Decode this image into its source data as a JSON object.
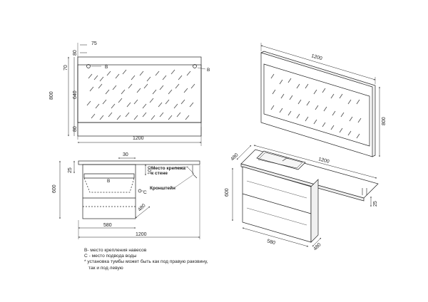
{
  "mirror_front": {
    "dims": {
      "top_offset": "75",
      "top_band": "80",
      "sub": "70",
      "glass_height": "640",
      "total_height": "800",
      "bottom_band": "80",
      "width": "1200"
    },
    "mark_b": "B"
  },
  "mirror_iso": {
    "width": "1200",
    "height": "800"
  },
  "cabinet_front": {
    "dims": {
      "top": "25",
      "height": "600",
      "depth_30": "30",
      "depth_100": "100",
      "depth": "480",
      "cabinet_width": "580",
      "top_width": "1200"
    },
    "labels": {
      "mount_point": "Место крепежа\nк стене",
      "bracket": "Кронштейн",
      "b": "B",
      "c": "C"
    }
  },
  "vanity_iso": {
    "dims": {
      "depth_top": "480",
      "top_width": "1200",
      "height": "600",
      "cabinet_width": "580",
      "depth": "480",
      "top_thickness": "25"
    }
  },
  "legend": {
    "line1": "B- место крепления навесов",
    "line2": "C - место подвода воды",
    "line3": "* установка тумбы может быть как под правую раковину,",
    "line4": "так и под левую"
  }
}
